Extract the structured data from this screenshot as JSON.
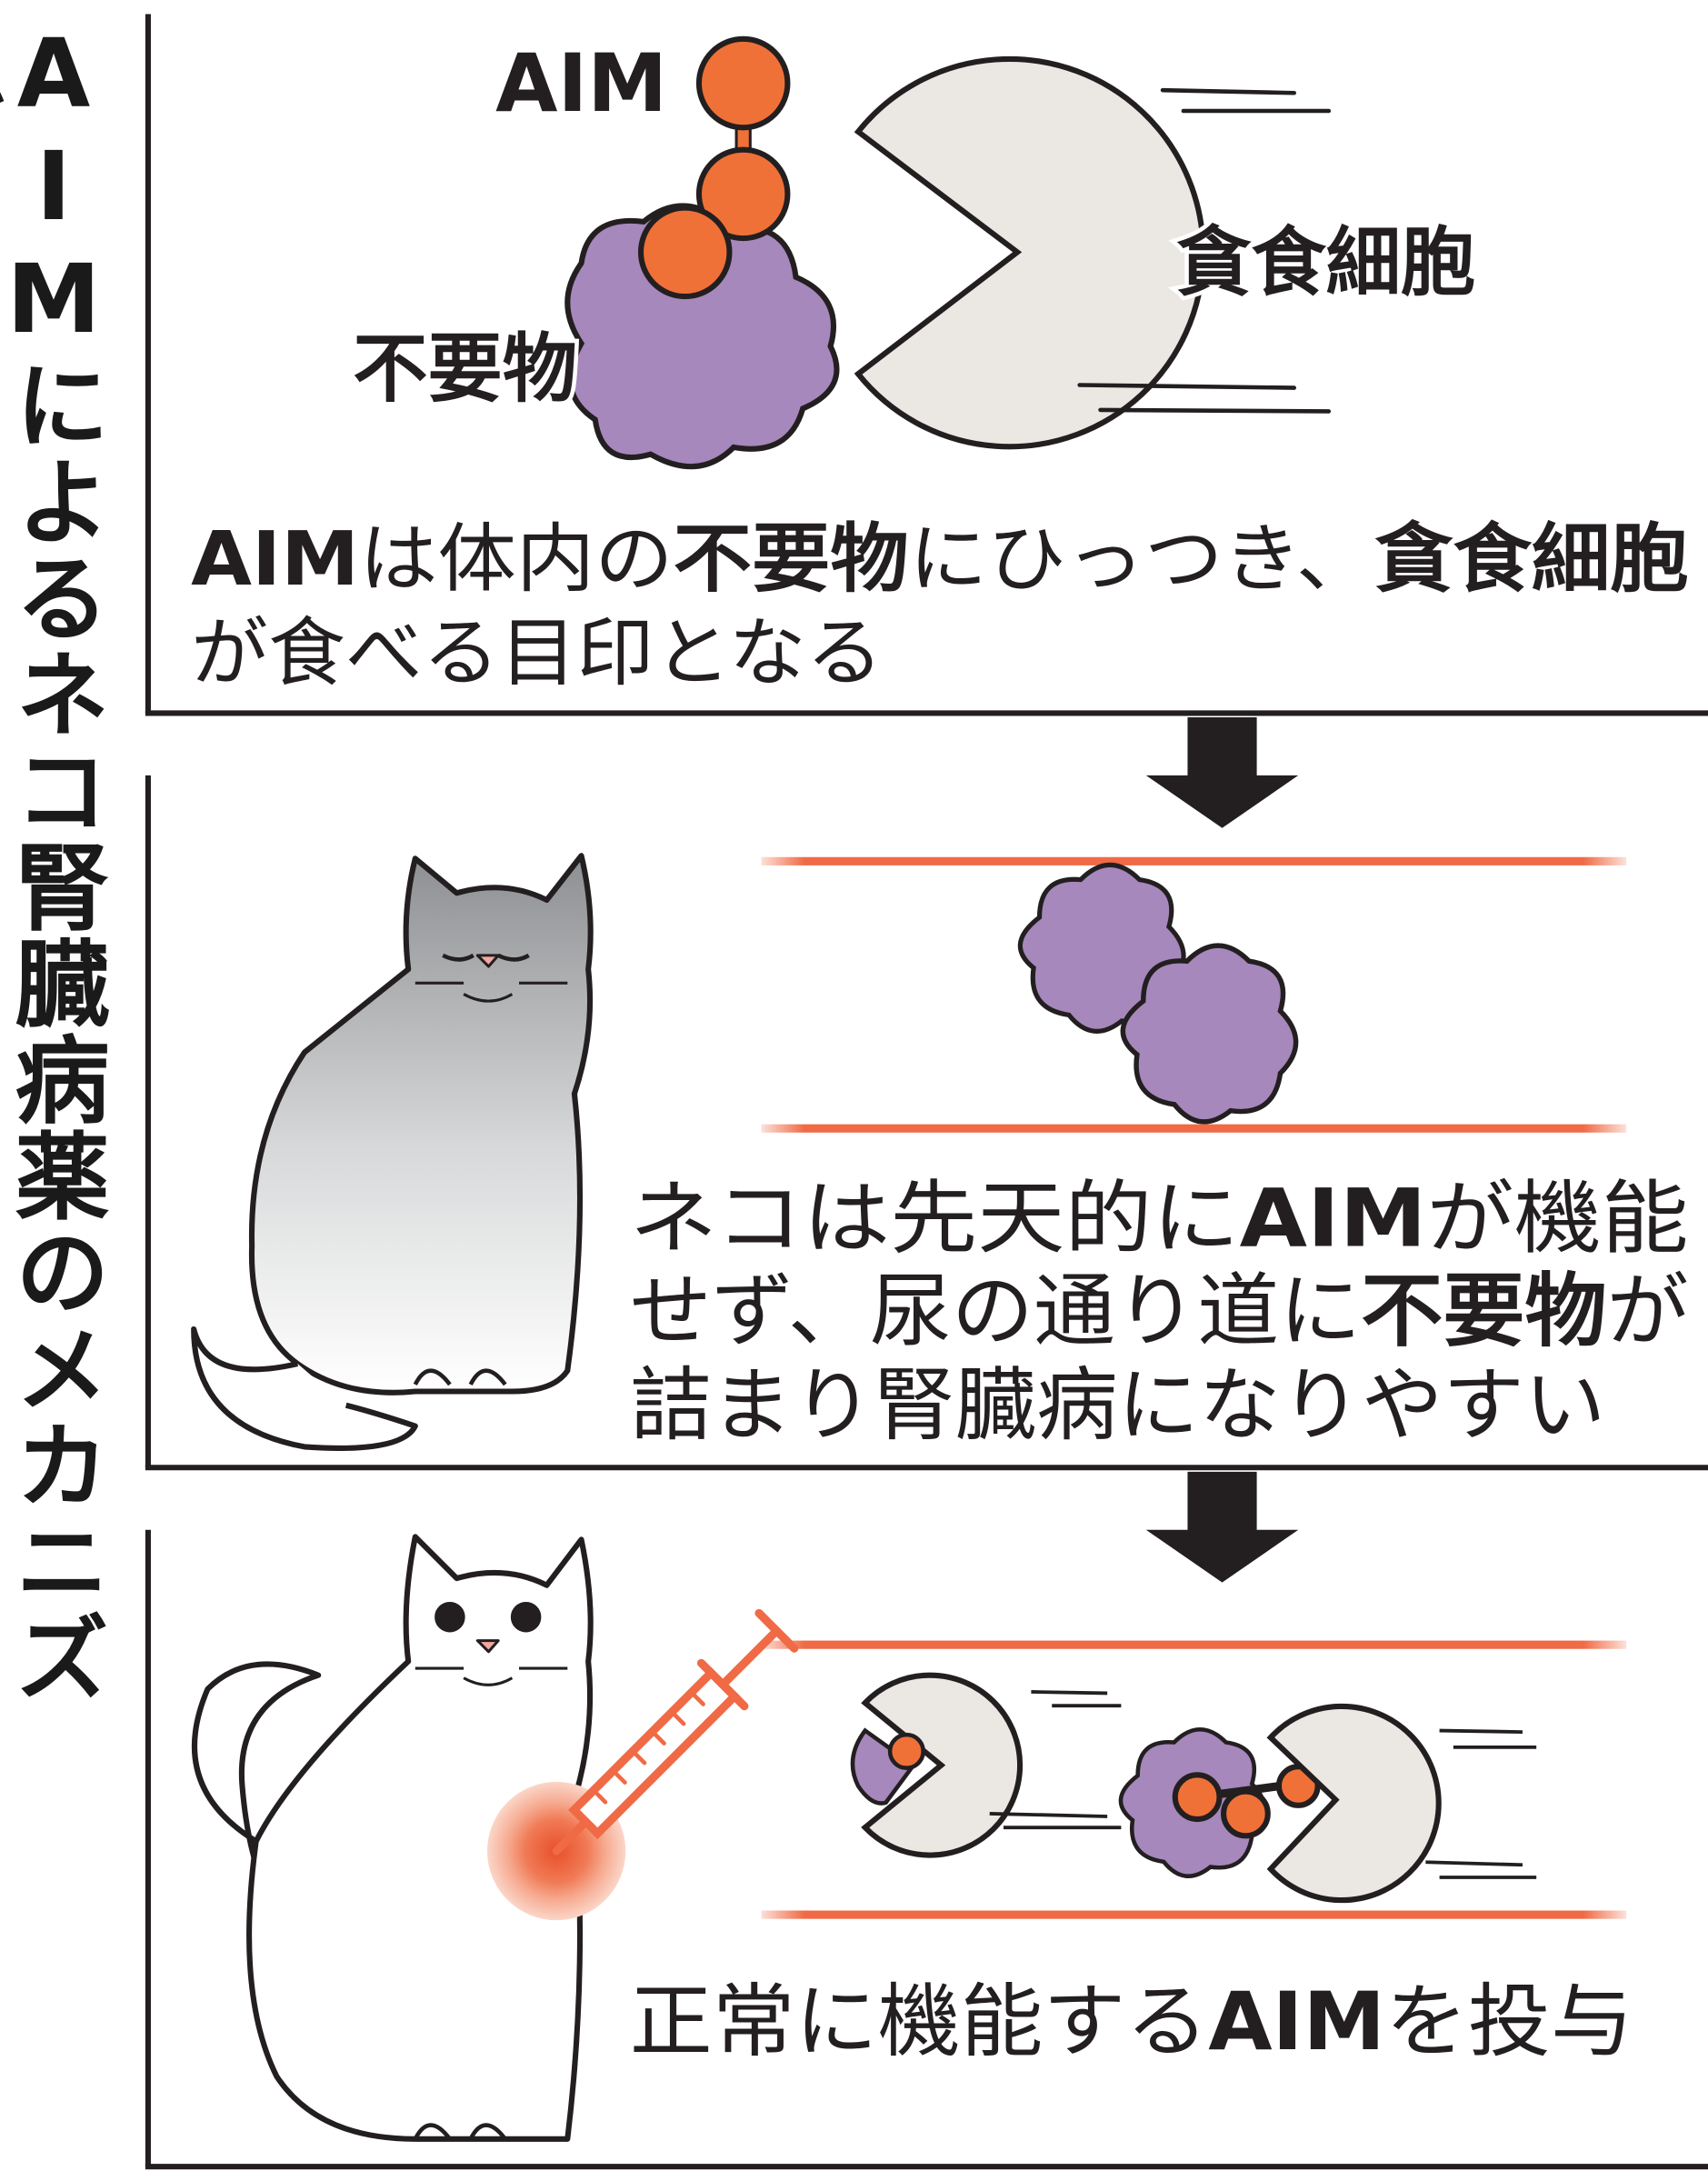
{
  "title": "AIMによるネコ腎臓病薬のメカニズム",
  "colors": {
    "aim_orange": "#f07137",
    "waste_purple": "#a688bc",
    "phagocyte_gray": "#ebe7e3",
    "vessel_line": "#f06a45",
    "ink": "#231f20"
  },
  "panel1": {
    "aim_label": "AIM",
    "waste_label": "不要物",
    "phagocyte_label": "貪食細胞",
    "caption_line1": [
      {
        "text": "AIM",
        "bold": true
      },
      {
        "text": "は体内の",
        "bold": false
      },
      {
        "text": "不要物",
        "bold": true
      },
      {
        "text": "にひっつき、",
        "bold": false
      },
      {
        "text": "貪食細胞",
        "bold": true
      }
    ],
    "caption_line2": "が食べる目印となる"
  },
  "panel2": {
    "caption_line1": [
      {
        "text": "ネコは先天的に",
        "bold": false
      },
      {
        "text": "AIM",
        "bold": true
      },
      {
        "text": "が機能",
        "bold": false
      }
    ],
    "caption_line2": [
      {
        "text": "せず、尿の通り道に",
        "bold": false
      },
      {
        "text": "不要物",
        "bold": true
      },
      {
        "text": "が",
        "bold": false
      }
    ],
    "caption_line3": "詰まり腎臓病になりやすい"
  },
  "panel3": {
    "caption": [
      {
        "text": "正常に機能する",
        "bold": false
      },
      {
        "text": "AIM",
        "bold": true
      },
      {
        "text": "を投与",
        "bold": false
      }
    ]
  }
}
